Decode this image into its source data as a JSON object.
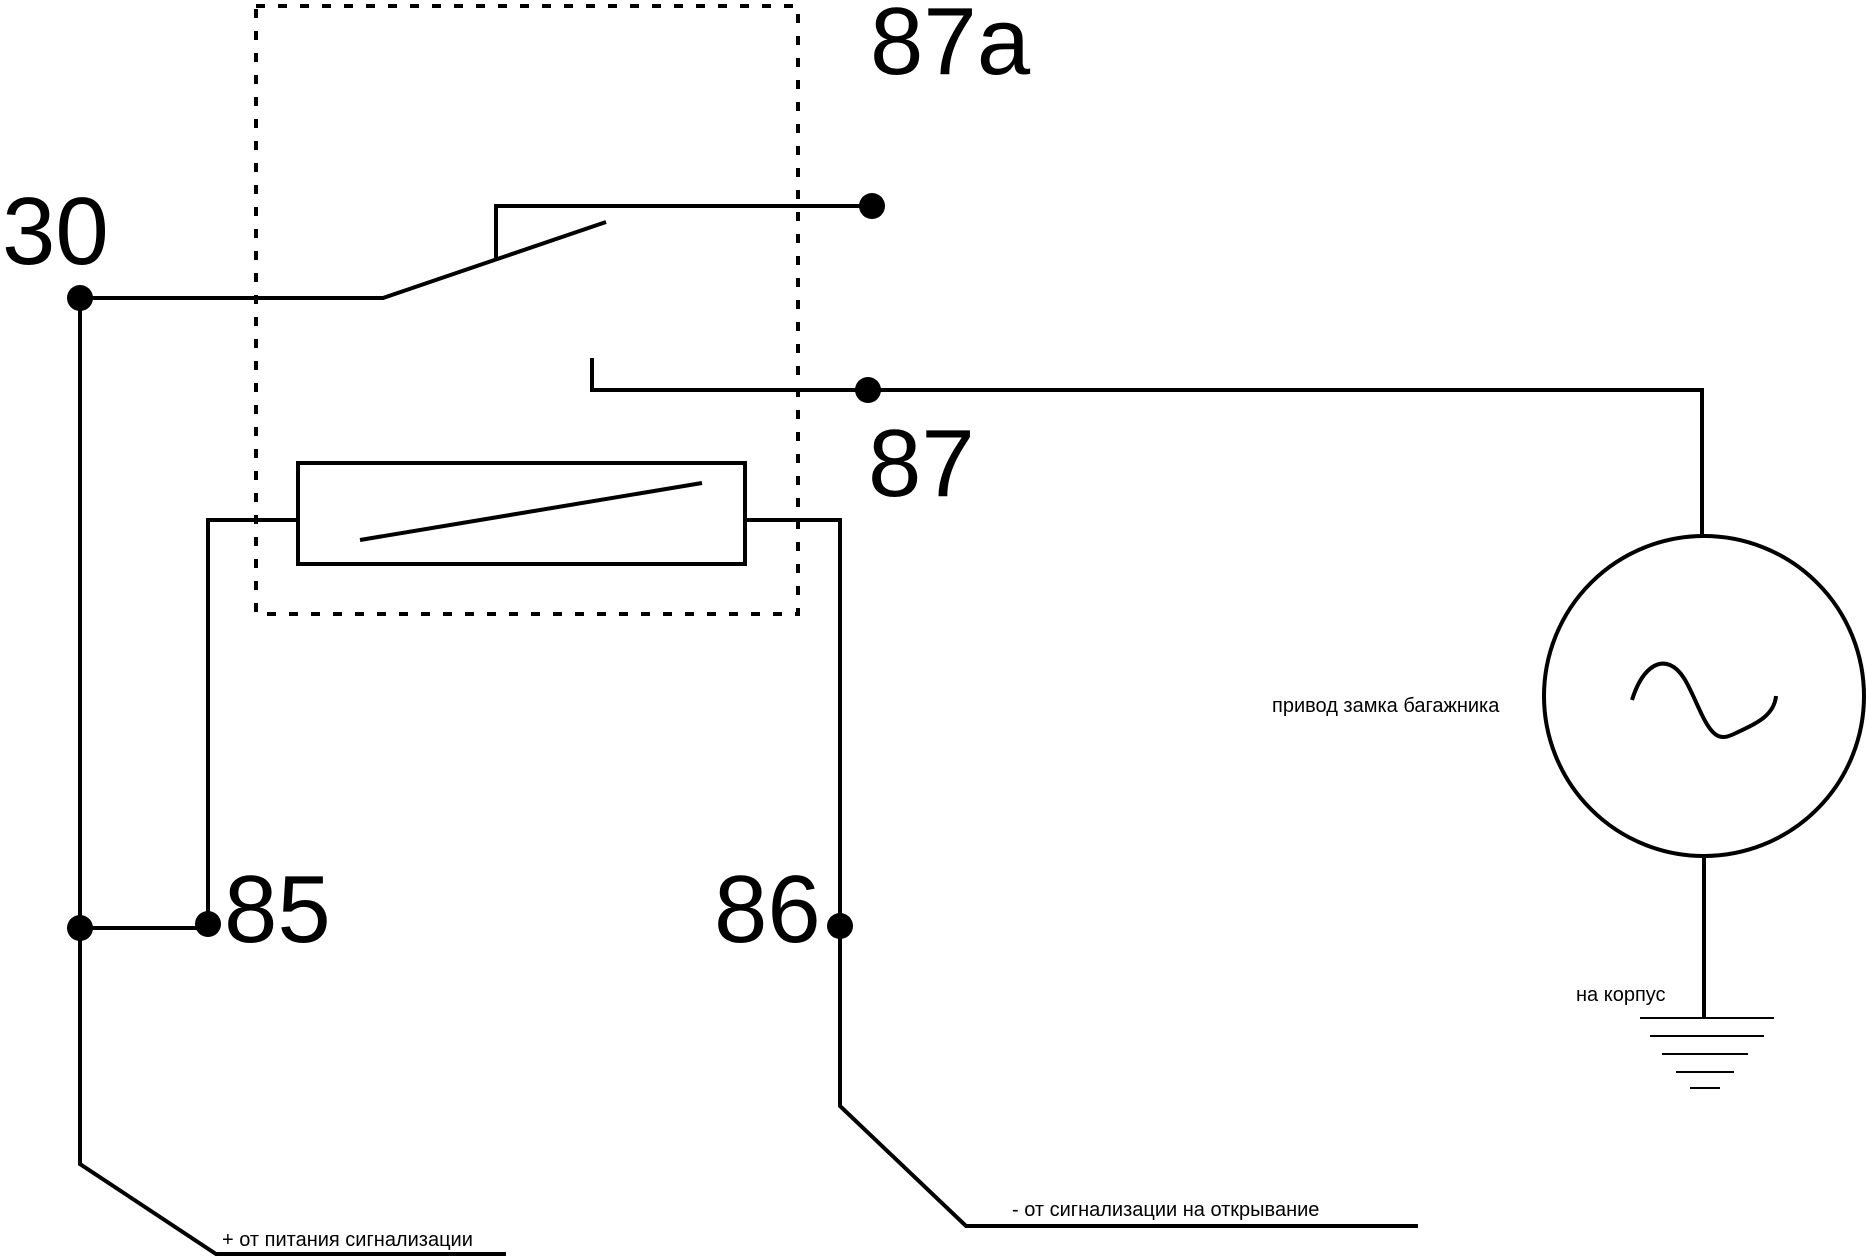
{
  "relay": {
    "pin_30": "30",
    "pin_87a": "87a",
    "pin_87": "87",
    "pin_85": "85",
    "pin_86": "86"
  },
  "labels": {
    "lock_drive": "привод замка багажника",
    "ground": "на корпус",
    "power_plus": "+ от питания сигнализации",
    "signal_minus": "- от сигнализации на открывание"
  },
  "colors": {
    "stroke": "#000000",
    "background": "#ffffff"
  }
}
